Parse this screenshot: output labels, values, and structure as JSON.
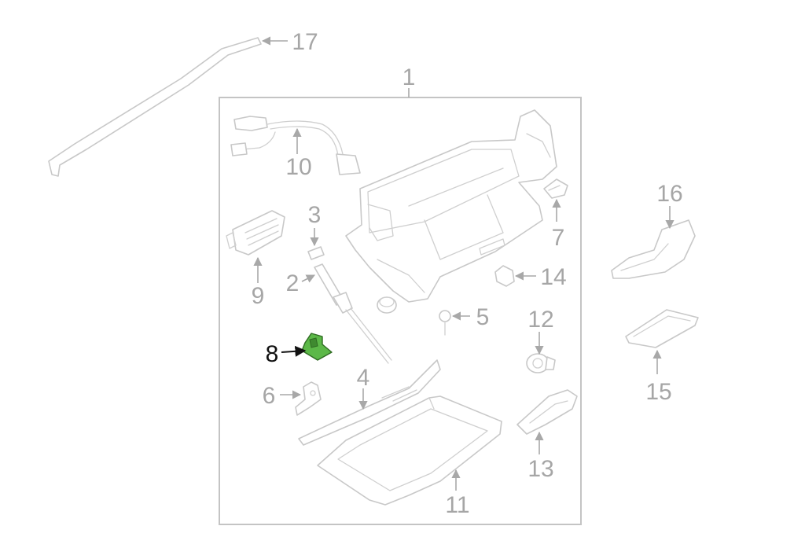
{
  "diagram": {
    "colors": {
      "line": "#c8c8c8",
      "label": "#a6a6a6",
      "highlight_fill": "#5cb848",
      "highlight_label": "#111111"
    },
    "callouts": {
      "c1": "1",
      "c2": "2",
      "c3": "3",
      "c4": "4",
      "c5": "5",
      "c6": "6",
      "c7": "7",
      "c8": "8",
      "c9": "9",
      "c10": "10",
      "c11": "11",
      "c12": "12",
      "c13": "13",
      "c14": "14",
      "c15": "15",
      "c16": "16",
      "c17": "17"
    },
    "highlighted_part": "8"
  }
}
